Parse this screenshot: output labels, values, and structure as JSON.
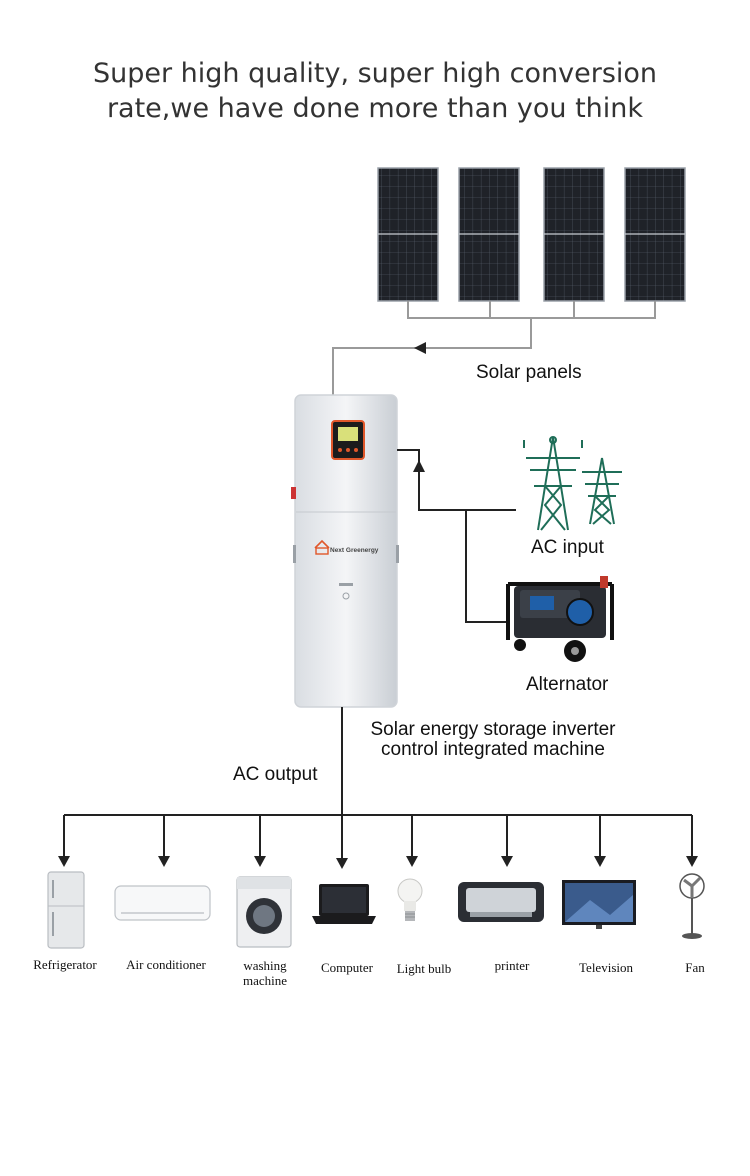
{
  "headline": {
    "line1": "Super high quality, super high conversion",
    "line2": "rate,we have done more than you think"
  },
  "sources": {
    "solar_panels": "Solar panels",
    "ac_input": "AC input",
    "alternator": "Alternator"
  },
  "inverter": {
    "caption_line1": "Solar energy storage inverter",
    "caption_line2": "control integrated machine",
    "brand": "Next Greenergy"
  },
  "output": {
    "label": "AC output"
  },
  "appliances": [
    {
      "label": "Refrigerator",
      "icon": "refrigerator-icon"
    },
    {
      "label": "Air conditioner",
      "icon": "air-conditioner-icon"
    },
    {
      "label": "washing machine",
      "line1": "washing",
      "line2": "machine",
      "icon": "washing-machine-icon"
    },
    {
      "label": "Computer",
      "icon": "laptop-icon"
    },
    {
      "label": "Light bulb",
      "icon": "light-bulb-icon"
    },
    {
      "label": "printer",
      "icon": "printer-icon"
    },
    {
      "label": "Television",
      "icon": "television-icon"
    },
    {
      "label": "Fan",
      "icon": "fan-icon"
    }
  ],
  "colors": {
    "wire": "#222222",
    "panel_wire": "#9a9a9a",
    "pylon": "#1f6e58",
    "accent": "#e0572a"
  }
}
